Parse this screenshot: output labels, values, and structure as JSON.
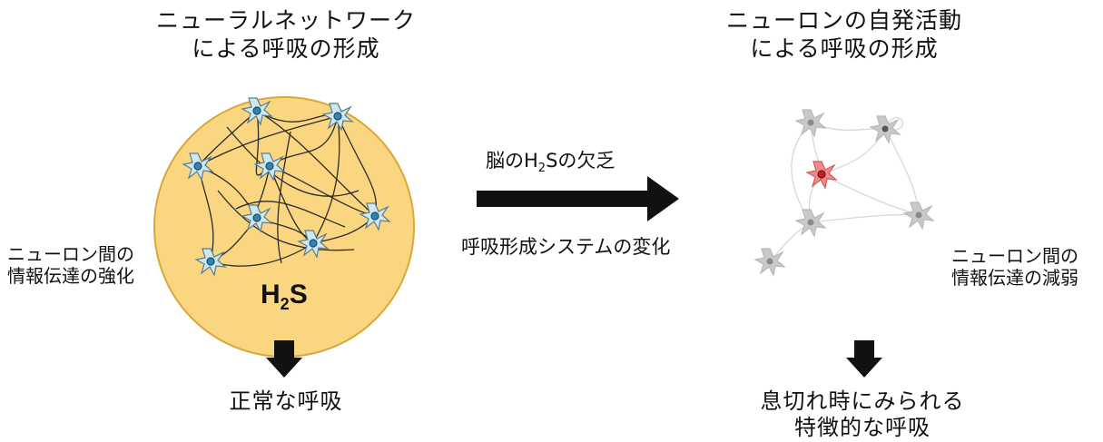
{
  "left": {
    "title": [
      "ニューラルネットワーク",
      "による呼吸の形成"
    ],
    "side_label": [
      "ニューロン間の",
      "情報伝達の強化"
    ],
    "chem": {
      "main": "H",
      "sub": "2",
      "tail": "S"
    },
    "outcome": [
      "正常な呼吸"
    ]
  },
  "middle": {
    "arrow_label": {
      "pre": "脳の",
      "h": "H",
      "sub": "2",
      "s": "S",
      "post": "の欠乏"
    },
    "sub_label": "呼吸形成システムの変化"
  },
  "right": {
    "title": [
      "ニューロンの自発活動",
      "による呼吸の形成"
    ],
    "side_label": [
      "ニューロン間の",
      "情報伝達の減弱"
    ],
    "outcome": [
      "息切れ時にみられる",
      "特徴的な呼吸"
    ]
  },
  "colors": {
    "circle_fill": "#fbd680",
    "circle_stroke": "#d9a83a",
    "neuron_blue": "#cde8f2",
    "neuron_blue_stroke": "#5b7c88",
    "nucleus_blue": "#2f86b5",
    "neuron_gray": "#c9c9c9",
    "neuron_red": "#f08a8a",
    "nucleus_red": "#c0202a",
    "arrow": "#111111"
  }
}
